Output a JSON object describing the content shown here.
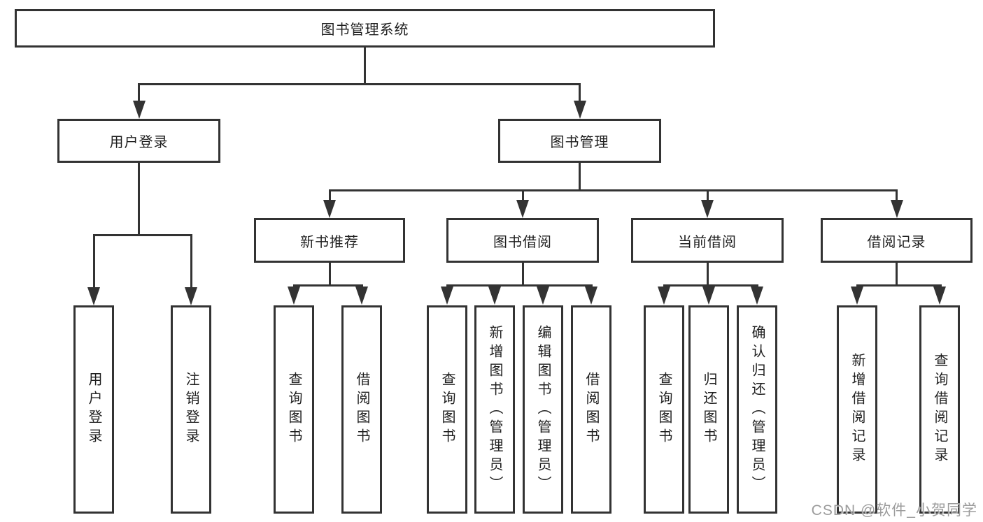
{
  "diagram": {
    "root_label": "图书管理系统",
    "branches": [
      {
        "label": "用户登录",
        "children": [
          {
            "label": "用户登录"
          },
          {
            "label": "注销登录"
          }
        ]
      },
      {
        "label": "图书管理",
        "children": [
          {
            "label": "新书推荐",
            "children": [
              {
                "label": "查询图书"
              },
              {
                "label": "借阅图书"
              }
            ]
          },
          {
            "label": "图书借阅",
            "children": [
              {
                "label": "查询图书"
              },
              {
                "label": "新增图书（管理员）"
              },
              {
                "label": "编辑图书（管理员）"
              },
              {
                "label": "借阅图书"
              }
            ]
          },
          {
            "label": "当前借阅",
            "children": [
              {
                "label": "查询图书"
              },
              {
                "label": "归还图书"
              },
              {
                "label": "确认归还（管理员）"
              }
            ]
          },
          {
            "label": "借阅记录",
            "children": [
              {
                "label": "新增借阅记录"
              },
              {
                "label": "查询借阅记录"
              }
            ]
          }
        ]
      }
    ],
    "watermark": "CSDN @软件_小贺同学",
    "colors": {
      "line": "#333333",
      "text": "#1f1f1f",
      "watermark": "#9c9c9c",
      "background": "#ffffff"
    }
  }
}
